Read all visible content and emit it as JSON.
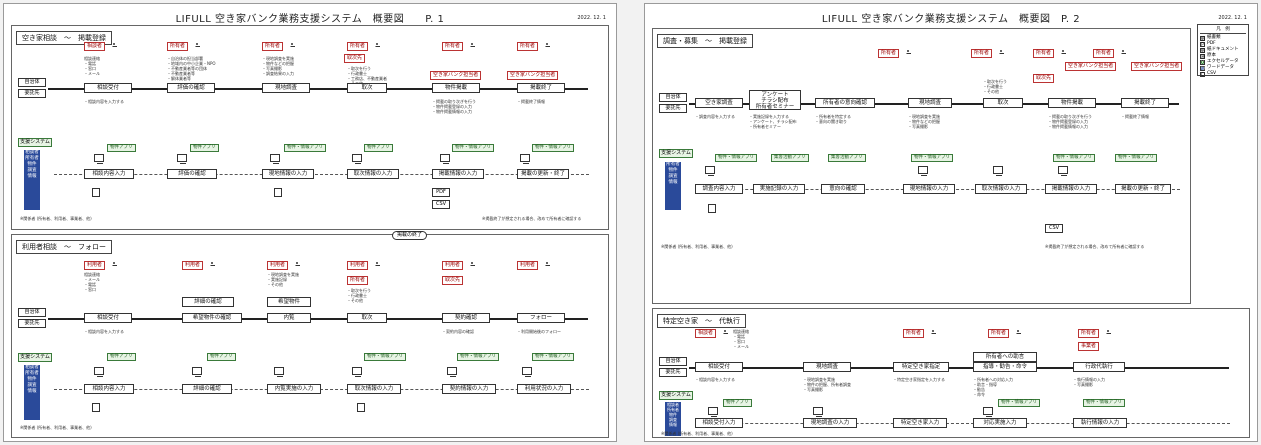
{
  "pages": {
    "p1": {
      "title": "LIFULL 空き家バンク業務支援システム　概要図　　P. 1",
      "date": "2022. 12. 1",
      "sections": {
        "s1": {
          "title": "空き家相談　～　掲載登録",
          "actors": [
            "相談者",
            "所有者",
            "所有者",
            "所有者",
            "所有者",
            "所有者"
          ],
          "actor_extra": [
            "取次先",
            "空き家バンク担当者",
            "空き家バンク担当者"
          ],
          "flow": [
            "相談受付",
            "評価の確認",
            "現地調査",
            "取次",
            "物件掲載",
            "掲載終了"
          ],
          "left_labels": [
            "自治体",
            "委託先",
            "支援システム"
          ],
          "side_items": [
            "相談者",
            "所有者",
            "物件",
            "調査",
            "情報"
          ],
          "apps": [
            "物件アプリ",
            "物件アプリ",
            "物件・情報アプリ",
            "物件アプリ",
            "物件・情報アプリ",
            "物件・情報アプリ"
          ],
          "inputs": [
            "相談内容入力",
            "評価の確認",
            "現地情報の入力",
            "取次情報の入力",
            "掲載情報の入力",
            "掲載の更新・終了"
          ],
          "notes": [
            "相談連絡\n・電話\n・窓口\n・メール",
            "・相談内容を入力する",
            "・自治体の担当部署\n・地域内の中小企業・NPO\n・不動産業者等の団体\n・不動産業者等\n・解体業者等",
            "・現地調査を実施\n・物件などの把握\n・写真撮影\n・調査結果の入力",
            "・取次を行う\n・行政書士\n・工務店、不動産業者\n・その他",
            "・掲載の取り次ぎを行う\n・物件掲載登録の入力\n・物件掲載情報の入力",
            "・掲載終了情報"
          ],
          "pdf_label": "PDF",
          "csv_label": "CSV",
          "footnote": "※関係者 (所有者、利用者、事業者、他)",
          "right_note": "※掲載終了が想定される場合、改めて所有者に確認する"
        },
        "s2": {
          "title": "利用者相談　～　フォロー",
          "bubble": "掲載の終了",
          "actors": [
            "利用者",
            "利用者",
            "利用者",
            "利用者",
            "所有者",
            "利用者",
            "利用者"
          ],
          "actor_extra": [
            "取次先"
          ],
          "flow": [
            "相談受付",
            "希望物件の確認",
            "内覧",
            "取次",
            "契約確認",
            "フォロー"
          ],
          "flow_top": [
            "詳細の確認",
            "希望物件"
          ],
          "left_labels": [
            "自治体",
            "委託先",
            "支援システム"
          ],
          "side_items": [
            "相談者",
            "所有者",
            "物件",
            "調査",
            "情報"
          ],
          "apps": [
            "物件アプリ",
            "物件アプリ",
            "物件・情報アプリ",
            "物件・情報アプリ",
            "物件・情報アプリ"
          ],
          "inputs": [
            "相談内容入力",
            "詳細の確認",
            "内覧実施の入力",
            "取次情報の入力",
            "契約情報の入力",
            "利用状況の入力"
          ],
          "notes": [
            "相談連絡\n・メール\n・電話\n・窓口",
            "・相談内容を入力する",
            "・現地調査を実施\n・実施記録\n・その他",
            "・取次を行う\n・行政書士\n・その他",
            "・契約内容の確認",
            "・利用開始後のフォロー"
          ],
          "footnote": "※関係者 (所有者、利用者、事業者、他)"
        }
      }
    },
    "p2": {
      "title": "LIFULL 空き家バンク業務支援システム　概要図　P. 2",
      "date": "2022. 12. 1",
      "legend": {
        "head": "凡　例",
        "items": [
          "紙書類",
          "PDF",
          "紙ドキュメント",
          "原本",
          "エクセルデータ",
          "ワードデータ",
          "CSV"
        ],
        "symbols": [
          "紙",
          "P",
          "紙",
          "原",
          "X",
          "W",
          "C"
        ]
      },
      "sections": {
        "s1": {
          "title": "調査・募集　～　掲載登録",
          "actors": [
            "所有者",
            "所有者",
            "所有者",
            "所有者",
            "所有者"
          ],
          "actor_extra": [
            "取次先",
            "空き家バンク担当者",
            "空き家バンク担当者"
          ],
          "flow": [
            "空き家調査",
            "所有者の意向確認",
            "現地調査",
            "取次",
            "物件掲載",
            "掲載終了"
          ],
          "flow_tall": "アンケート\nチラシ配布\n所有者セミナー",
          "left_labels": [
            "自治体",
            "委託先",
            "支援システム"
          ],
          "side_items": [
            "所有者",
            "物件",
            "調査",
            "情報"
          ],
          "apps": [
            "物件・情報アプリ",
            "集客活動アプリ",
            "集客活動アプリ",
            "物件・情報アプリ",
            "物件・情報アプリ",
            "物件・情報アプリ"
          ],
          "inputs": [
            "調査内容入力",
            "実施記録の入力",
            "意向の確認",
            "現地情報の入力",
            "取次情報の入力",
            "掲載情報の入力",
            "掲載の更新・終了"
          ],
          "notes": [
            "・調査内容を入力する",
            "・実施記録を入力する\n・アンケート、チラシ配布\n・所有者セミナー",
            "・所有者を特定する\n・意向の聞き取り",
            "・現地調査を実施\n・物件などの把握\n・写真撮影",
            "・取次を行う\n・行政書士\n・その他",
            "・掲載の取り次ぎを行う\n・物件掲載登録の入力\n・物件掲載情報の入力",
            "・掲載終了情報"
          ],
          "csv_label": "CSV",
          "footnote": "※関係者 (所有者、利用者、事業者、他)",
          "right_note": "※掲載終了が想定される場合、改めて所有者に確認する"
        },
        "s2": {
          "title": "特定空き家　～　代執行",
          "actors": [
            "相談者",
            "所有者",
            "所有者",
            "所有者"
          ],
          "actor_extra": [
            "事業者"
          ],
          "flow": [
            "相談受付",
            "現地調査",
            "特定空き家指定",
            "指導・勧告・命令",
            "行政代執行"
          ],
          "flow_tall": "所有者への助言",
          "left_labels": [
            "自治体",
            "委託先",
            "支援システム"
          ],
          "side_items": [
            "相談者",
            "所有者",
            "物件",
            "調査",
            "情報"
          ],
          "apps": [
            "物件アプリ",
            "物件・情報アプリ",
            "物件・情報アプリ"
          ],
          "inputs": [
            "相談受付入力",
            "現地調査の入力",
            "特定空き家入力",
            "対応実施入力",
            "執行情報の入力"
          ],
          "notes": [
            "相談連絡\n・電話\n・窓口\n・メール",
            "・相談内容を入力する",
            "・現地調査を実施\n・物件の把握、所有者調査\n・写真撮影",
            "・特定空き家指定を入力する",
            "・所有者への対応入力\n・助言・指導\n・勧告\n・命令",
            "・執行情報の入力\n・写真撮影"
          ],
          "footnote": "※関係者 (所有者、利用者、事業者、他)"
        }
      }
    }
  }
}
